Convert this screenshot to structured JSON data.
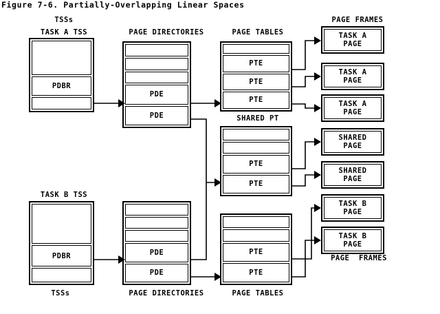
{
  "title": "Figure 7-6. Partially-Overlapping Linear Spaces",
  "headers": {
    "tsss_top": "TSSs",
    "task_a_tss": "TASK A TSS",
    "task_b_tss": "TASK B TSS",
    "page_directories_top": "PAGE DIRECTORIES",
    "page_tables_top": "PAGE TABLES",
    "shared_pt": "SHARED PT",
    "page_frames_top": "PAGE FRAMES",
    "page_frames_mid": "PAGE  FRAMES",
    "tsss_bottom": "TSSs",
    "page_directories_bottom": "PAGE DIRECTORIES",
    "page_tables_bottom": "PAGE TABLES"
  },
  "task_a_tss": {
    "cells": [
      {
        "label": "",
        "type": "empty-large"
      },
      {
        "label": "PDBR",
        "type": "entry"
      },
      {
        "label": "",
        "type": "empty"
      }
    ]
  },
  "task_b_tss": {
    "cells": [
      {
        "label": "",
        "type": "empty-large"
      },
      {
        "label": "PDBR",
        "type": "entry"
      },
      {
        "label": "",
        "type": "empty"
      }
    ]
  },
  "page_directory_a": {
    "cells": [
      {
        "label": "",
        "type": "empty"
      },
      {
        "label": "",
        "type": "empty"
      },
      {
        "label": "",
        "type": "empty"
      },
      {
        "label": "PDE",
        "type": "entry"
      },
      {
        "label": "PDE",
        "type": "entry"
      }
    ]
  },
  "page_directory_b": {
    "cells": [
      {
        "label": "",
        "type": "empty"
      },
      {
        "label": "",
        "type": "empty"
      },
      {
        "label": "",
        "type": "empty"
      },
      {
        "label": "PDE",
        "type": "entry"
      },
      {
        "label": "PDE",
        "type": "entry"
      }
    ]
  },
  "page_table_a": {
    "cells": [
      {
        "label": "",
        "type": "empty"
      },
      {
        "label": "PTE",
        "type": "entry"
      },
      {
        "label": "PTE",
        "type": "entry"
      },
      {
        "label": "PTE",
        "type": "entry"
      }
    ]
  },
  "shared_page_table": {
    "cells": [
      {
        "label": "",
        "type": "empty"
      },
      {
        "label": "",
        "type": "empty"
      },
      {
        "label": "PTE",
        "type": "entry"
      },
      {
        "label": "PTE",
        "type": "entry"
      }
    ]
  },
  "page_table_b": {
    "cells": [
      {
        "label": "",
        "type": "empty"
      },
      {
        "label": "",
        "type": "empty"
      },
      {
        "label": "PTE",
        "type": "entry"
      },
      {
        "label": "PTE",
        "type": "entry"
      }
    ]
  },
  "page_frames": [
    {
      "line1": "TASK A",
      "line2": "PAGE"
    },
    {
      "line1": "TASK A",
      "line2": "PAGE"
    },
    {
      "line1": "TASK A",
      "line2": "PAGE"
    },
    {
      "line1": "SHARED",
      "line2": "PAGE"
    },
    {
      "line1": "SHARED",
      "line2": "PAGE"
    },
    {
      "line1": "TASK B",
      "line2": "PAGE"
    },
    {
      "line1": "TASK B",
      "line2": "PAGE"
    }
  ],
  "colors": {
    "ink": "#000000",
    "paper": "#ffffff"
  }
}
